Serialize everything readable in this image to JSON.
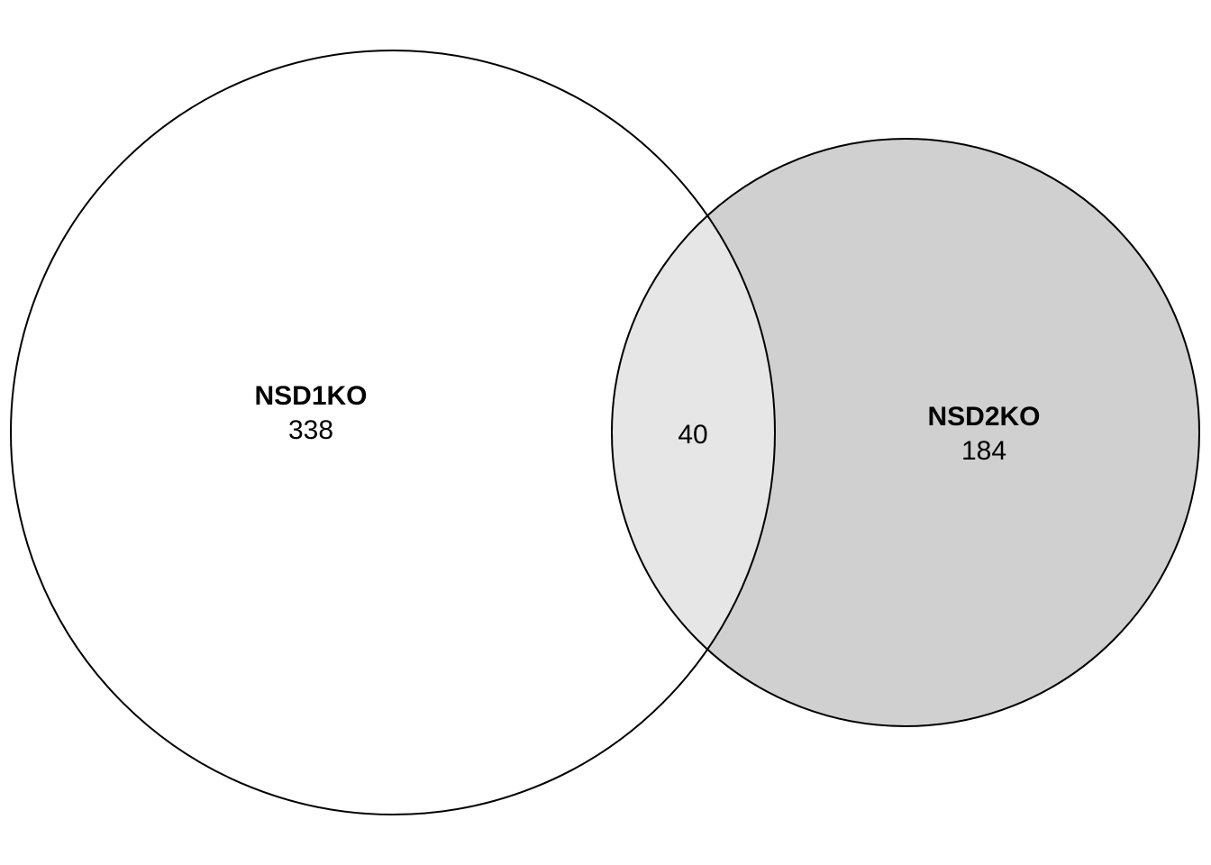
{
  "venn": {
    "colors": {
      "set_a_fill": "#ffffff",
      "set_b_fill": "#d0d0d0",
      "intersection_fill": "#e6e6e6",
      "stroke": "#000000",
      "background": "#ffffff"
    },
    "set_a": {
      "name": "NSD1KO",
      "count": "338"
    },
    "set_b": {
      "name": "NSD2KO",
      "count": "184"
    },
    "intersection": {
      "count": "40"
    }
  }
}
